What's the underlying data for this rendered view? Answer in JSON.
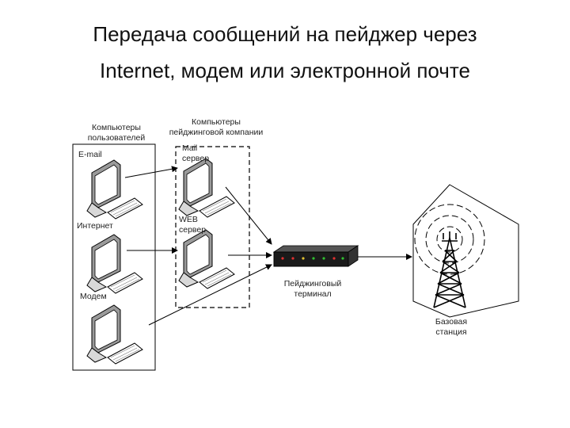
{
  "title": {
    "line1": "Передача сообщений на пейджер  через",
    "line2": "Internet, модем или электронной почте"
  },
  "user_group": {
    "label_line1": "Компьютеры",
    "label_line2": "пользователей",
    "computers": [
      "E-mail",
      "Интернет",
      "Модем"
    ]
  },
  "company_group": {
    "label_line1": "Компьютеры",
    "label_line2": "пейджинговой компании",
    "servers": [
      {
        "line1": "Mail",
        "line2": "сервер"
      },
      {
        "line1": "WEB",
        "line2": "сервер"
      }
    ]
  },
  "terminal": {
    "line1": "Пейджинговый",
    "line2": "терминал"
  },
  "base_station": {
    "line1": "Базовая",
    "line2": "станция"
  }
}
